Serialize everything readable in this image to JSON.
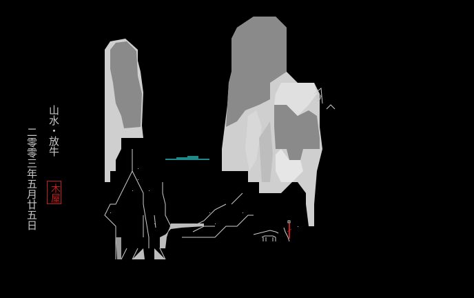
{
  "title": "山水・放牛",
  "date": "二零零三年五月廿五日",
  "seal": "木屋",
  "colors": {
    "background": "#000000",
    "rock_dark": "#8a8a8a",
    "rock_light": "#cfcfcf",
    "water": "#1f8a8a",
    "seal_red": "#c81e1e",
    "figure_red": "#c81e1e"
  }
}
